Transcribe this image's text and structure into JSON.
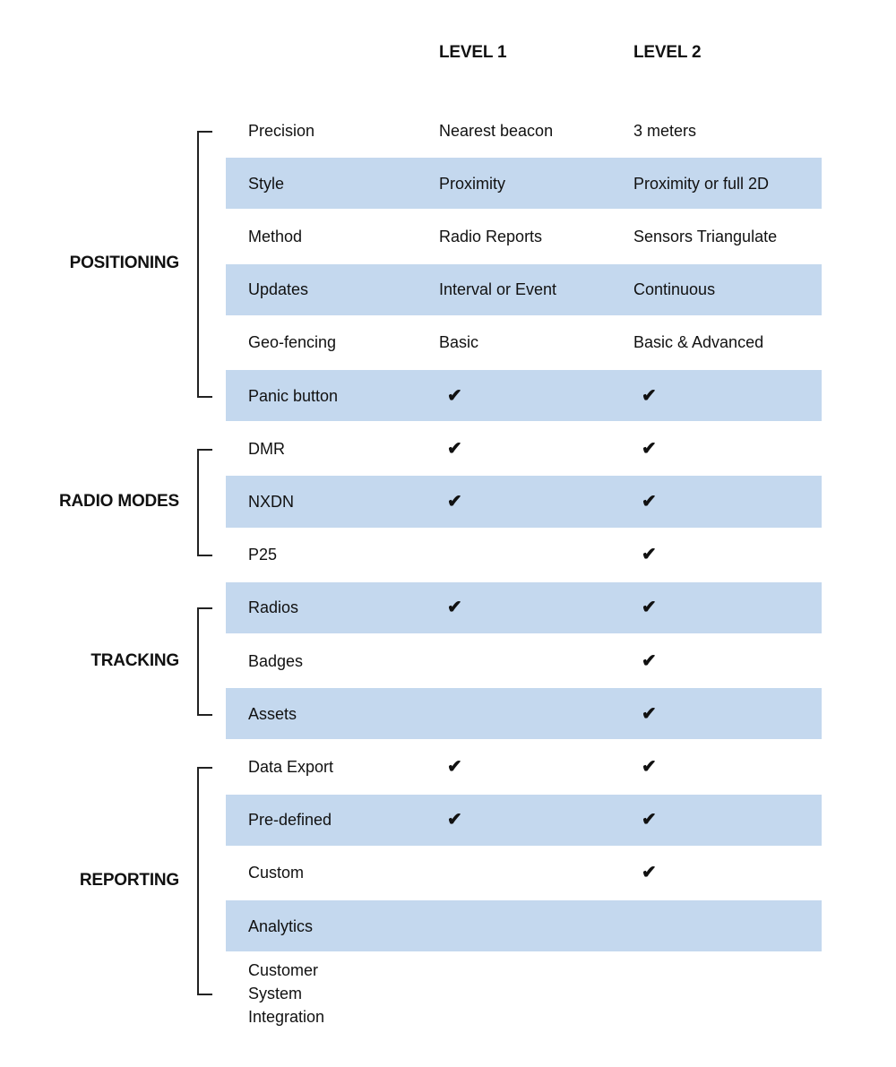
{
  "check_symbol": "✔",
  "colors": {
    "stripe": "#c4d8ee",
    "text": "#111111",
    "line": "#222222"
  },
  "chart_data": {
    "type": "table",
    "columns": [
      "",
      "LEVEL 1",
      "LEVEL 2"
    ],
    "legend_position": "none",
    "grid": "alternating-row-stripes",
    "sections": [
      {
        "label": "POSITIONING",
        "rows": [
          {
            "feature": "Precision",
            "level1": "Nearest beacon",
            "level2": "3 meters"
          },
          {
            "feature": "Style",
            "level1": "Proximity",
            "level2": "Proximity or full 2D"
          },
          {
            "feature": "Method",
            "level1": "Radio Reports",
            "level2": "Sensors Triangulate"
          },
          {
            "feature": "Updates",
            "level1": "Interval or Event",
            "level2": "Continuous"
          },
          {
            "feature": "Geo-fencing",
            "level1": "Basic",
            "level2": "Basic & Advanced"
          },
          {
            "feature": "Panic button",
            "level1": "✔",
            "level2": "✔"
          }
        ]
      },
      {
        "label": "RADIO MODES",
        "rows": [
          {
            "feature": "DMR",
            "level1": "✔",
            "level2": "✔"
          },
          {
            "feature": "NXDN",
            "level1": "✔",
            "level2": "✔"
          },
          {
            "feature": "P25",
            "level1": "",
            "level2": "✔"
          }
        ]
      },
      {
        "label": "TRACKING",
        "rows": [
          {
            "feature": "Radios",
            "level1": "✔",
            "level2": "✔"
          },
          {
            "feature": "Badges",
            "level1": "",
            "level2": "✔"
          },
          {
            "feature": "Assets",
            "level1": "",
            "level2": "✔"
          }
        ]
      },
      {
        "label": "REPORTING",
        "rows": [
          {
            "feature": "Data Export",
            "level1": "✔",
            "level2": "✔"
          },
          {
            "feature": "Pre-defined",
            "level1": "✔",
            "level2": "✔"
          },
          {
            "feature": "Custom",
            "level1": "",
            "level2": "✔"
          },
          {
            "feature": "Analytics",
            "level1": "",
            "level2": ""
          },
          {
            "feature": "Customer System Integration",
            "level1": "",
            "level2": ""
          }
        ]
      }
    ]
  }
}
